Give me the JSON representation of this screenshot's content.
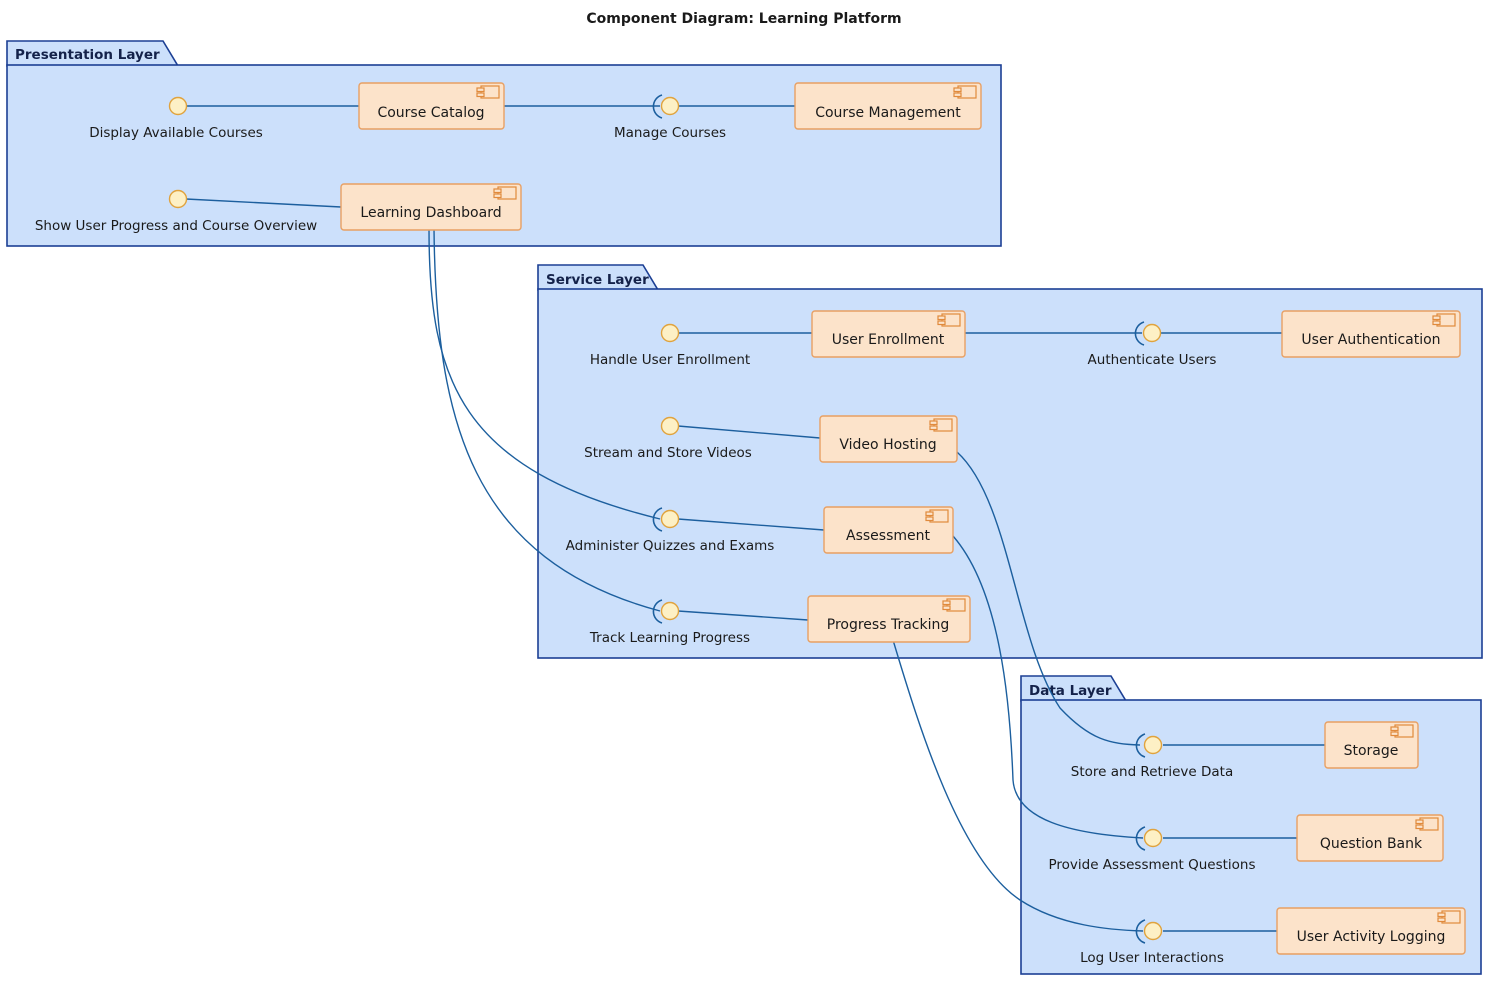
{
  "title": "Component Diagram: Learning Platform",
  "colors": {
    "package_fill": "#cce0fb",
    "package_stroke": "#1c3f94",
    "component_fill": "#fce3ca",
    "component_stroke": "#e8a063",
    "interface_ball_fill": "#fdf0c5",
    "interface_ball_stroke": "#e0a33e",
    "connector": "#1c5f9e",
    "text": "#1a1a1a",
    "background": "#ffffff"
  },
  "packages": [
    {
      "id": "presentation",
      "label": "Presentation Layer"
    },
    {
      "id": "service",
      "label": "Service Layer"
    },
    {
      "id": "data",
      "label": "Data Layer"
    }
  ],
  "components": [
    {
      "id": "course-catalog",
      "label": "Course Catalog",
      "package": "presentation"
    },
    {
      "id": "course-management",
      "label": "Course Management",
      "package": "presentation"
    },
    {
      "id": "learning-dashboard",
      "label": "Learning Dashboard",
      "package": "presentation"
    },
    {
      "id": "user-enrollment",
      "label": "User Enrollment",
      "package": "service"
    },
    {
      "id": "user-authentication",
      "label": "User Authentication",
      "package": "service"
    },
    {
      "id": "video-hosting",
      "label": "Video Hosting",
      "package": "service"
    },
    {
      "id": "assessment",
      "label": "Assessment",
      "package": "service"
    },
    {
      "id": "progress-tracking",
      "label": "Progress Tracking",
      "package": "service"
    },
    {
      "id": "storage",
      "label": "Storage",
      "package": "data"
    },
    {
      "id": "question-bank",
      "label": "Question Bank",
      "package": "data"
    },
    {
      "id": "user-activity-logging",
      "label": "User Activity Logging",
      "package": "data"
    }
  ],
  "interfaces": [
    {
      "id": "display-available-courses",
      "label": "Display Available Courses",
      "kind": "provided",
      "provider": "course-catalog"
    },
    {
      "id": "manage-courses",
      "label": "Manage Courses",
      "kind": "ball-and-socket",
      "provider": "course-management",
      "consumer": "course-catalog"
    },
    {
      "id": "show-user-progress",
      "label": "Show User Progress and Course Overview",
      "kind": "provided",
      "provider": "learning-dashboard"
    },
    {
      "id": "handle-user-enrollment",
      "label": "Handle User Enrollment",
      "kind": "provided",
      "provider": "user-enrollment"
    },
    {
      "id": "authenticate-users",
      "label": "Authenticate Users",
      "kind": "ball-and-socket",
      "provider": "user-authentication",
      "consumer": "user-enrollment"
    },
    {
      "id": "stream-and-store-videos",
      "label": "Stream and Store Videos",
      "kind": "provided",
      "provider": "video-hosting"
    },
    {
      "id": "administer-quizzes-and-exams",
      "label": "Administer Quizzes and Exams",
      "kind": "ball-and-socket",
      "provider": "assessment",
      "consumer": "learning-dashboard"
    },
    {
      "id": "track-learning-progress",
      "label": "Track Learning Progress",
      "kind": "ball-and-socket",
      "provider": "progress-tracking",
      "consumer": "learning-dashboard"
    },
    {
      "id": "store-and-retrieve-data",
      "label": "Store and Retrieve Data",
      "kind": "ball-and-socket",
      "provider": "storage",
      "consumer": "video-hosting"
    },
    {
      "id": "provide-assessment-questions",
      "label": "Provide Assessment Questions",
      "kind": "ball-and-socket",
      "provider": "question-bank",
      "consumer": "assessment"
    },
    {
      "id": "log-user-interactions",
      "label": "Log User Interactions",
      "kind": "ball-and-socket",
      "provider": "user-activity-logging",
      "consumer": "progress-tracking"
    }
  ]
}
